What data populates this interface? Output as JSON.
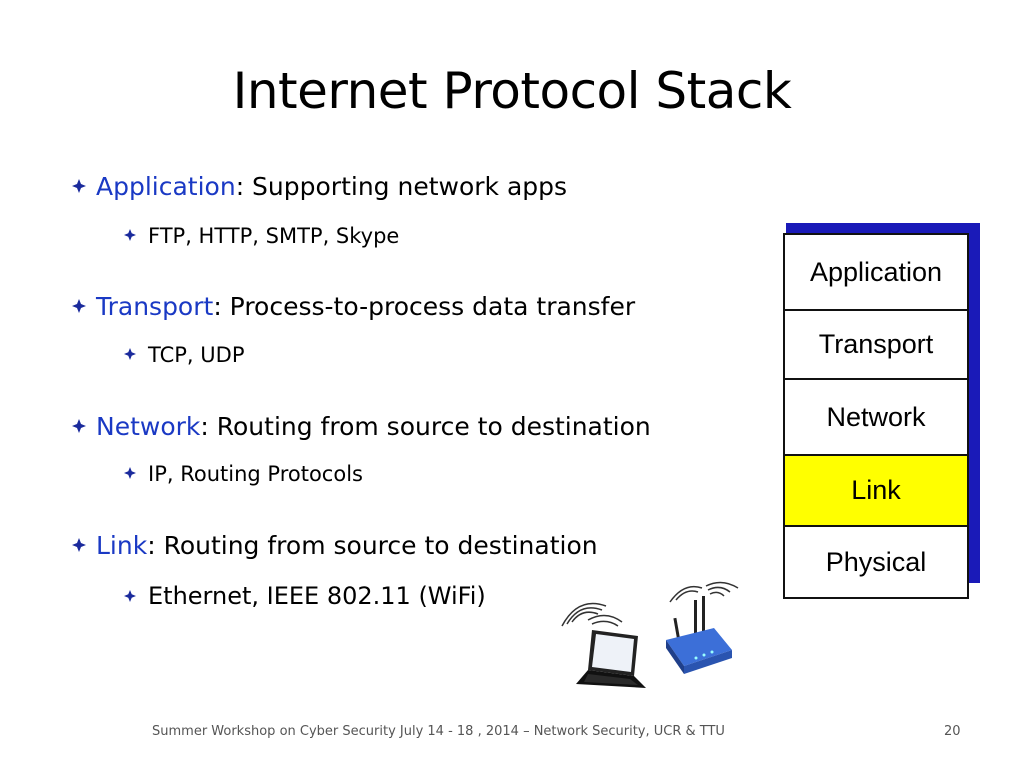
{
  "slide": {
    "title": "Internet Protocol Stack",
    "bullets": [
      {
        "keyword": "Application",
        "text": ": Supporting network apps",
        "sub": "FTP, HTTP,  SMTP, Skype"
      },
      {
        "keyword": "Transport",
        "text": ": Process-to-process data transfer",
        "sub": "TCP, UDP"
      },
      {
        "keyword": "Network",
        "text": ": Routing from source to destination",
        "sub": "IP, Routing Protocols"
      },
      {
        "keyword": "Link",
        "text": ": Routing from source to destination",
        "sub": "Ethernet, IEEE 802.11 (WiFi)"
      }
    ],
    "stack": {
      "layers": [
        "Application",
        "Transport",
        "Network",
        "Link",
        "Physical"
      ],
      "highlighted": "Link",
      "highlight_color": "#ffff00",
      "shadow_color": "#1a1ab8"
    },
    "keyword_color": "#1a39c4",
    "bullet_icon": "diamond-bullet-icon",
    "images": [
      "laptop-wifi-icon",
      "wireless-router-icon"
    ],
    "footer": "Summer Workshop on Cyber Security July 14 - 18 , 2014 – Network Security, UCR & TTU",
    "page_number": "20"
  }
}
